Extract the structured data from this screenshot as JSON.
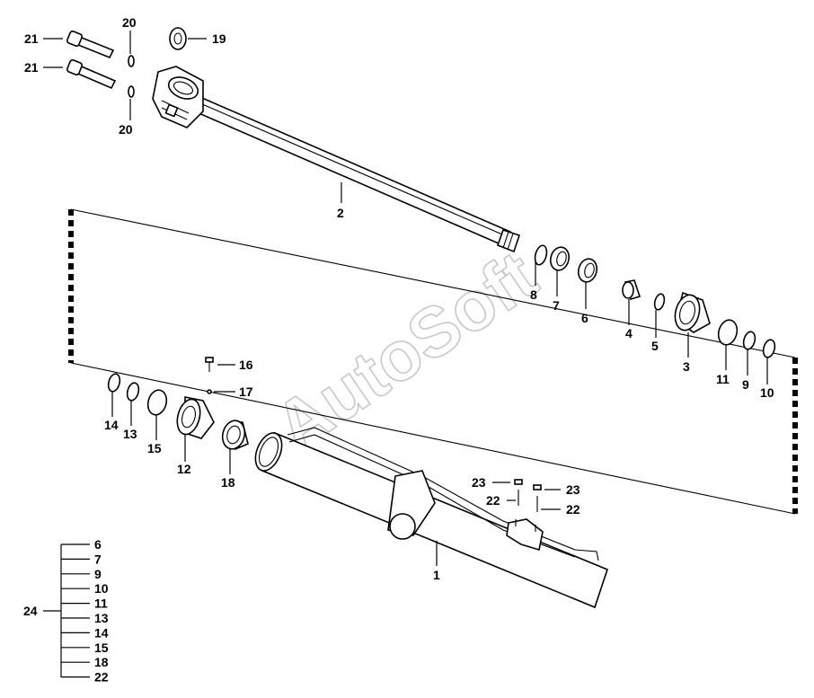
{
  "watermark": "AutoSoft",
  "callouts": {
    "c1": "1",
    "c2": "2",
    "c3": "3",
    "c4": "4",
    "c5": "5",
    "c6": "6",
    "c7": "7",
    "c8": "8",
    "c9": "9",
    "c10": "10",
    "c11": "11",
    "c12": "12",
    "c13": "13",
    "c14": "14",
    "c15": "15",
    "c16": "16",
    "c17": "17",
    "c18": "18",
    "c19": "19",
    "c20a": "20",
    "c20b": "20",
    "c21a": "21",
    "c21b": "21",
    "c22a": "22",
    "c22b": "22",
    "c23a": "23",
    "c23b": "23"
  },
  "kit": {
    "label": "24",
    "items": [
      "6",
      "7",
      "9",
      "10",
      "11",
      "13",
      "14",
      "15",
      "18",
      "22"
    ]
  }
}
